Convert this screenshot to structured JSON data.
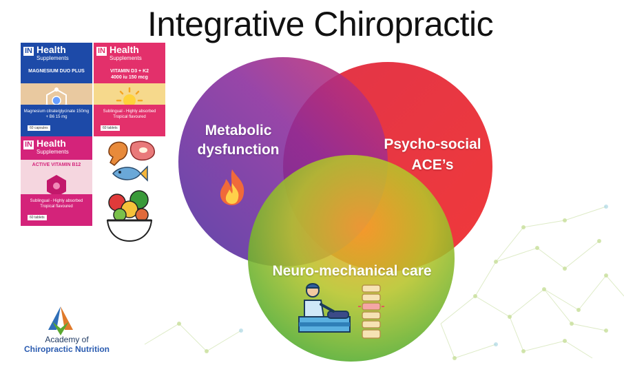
{
  "slide": {
    "title": "Integrative Chiropractic"
  },
  "venn": {
    "circles": [
      {
        "label_line1": "Metabolic",
        "label_line2": "dysfunction",
        "color": "#6a2fb0",
        "icon": "fire-icon"
      },
      {
        "label_line1": "Psycho-social",
        "label_line2": "ACE’s",
        "color": "#e8283c"
      },
      {
        "label": "Neuro-mechanical care",
        "color": "#4aa82a",
        "icon": "massage-therapy-icon"
      }
    ]
  },
  "products": [
    {
      "brand_in": "IN",
      "brand_health": "Health",
      "brand_sub": "Supplements",
      "name": "MAGNESIUM DUO PLUS",
      "desc": "Magnesium citrate/glycinate 150mg + B6 15 mg",
      "count": "60 capsules",
      "color": "#1d4aa8"
    },
    {
      "brand_in": "IN",
      "brand_health": "Health",
      "brand_sub": "Supplements",
      "name": "VITAMIN D3 + K2",
      "dose": "4000 iu   150 mcg",
      "desc": "Sublingual - Highly absorbed Tropical flavoured",
      "count": "60 tablets",
      "color": "#e3306b"
    },
    {
      "brand_in": "IN",
      "brand_health": "Health",
      "brand_sub": "Supplements",
      "name": "ACTIVE VITAMIN B12",
      "desc": "Sublingual - Highly absorbed Tropical flavoured",
      "count": "60 tablets",
      "color": "#d4237a"
    }
  ],
  "food_icons": [
    "meat-icon",
    "fish-icon",
    "salad-bowl-icon"
  ],
  "academy": {
    "line1": "Academy of",
    "line2": "Chiropractic Nutrition"
  }
}
